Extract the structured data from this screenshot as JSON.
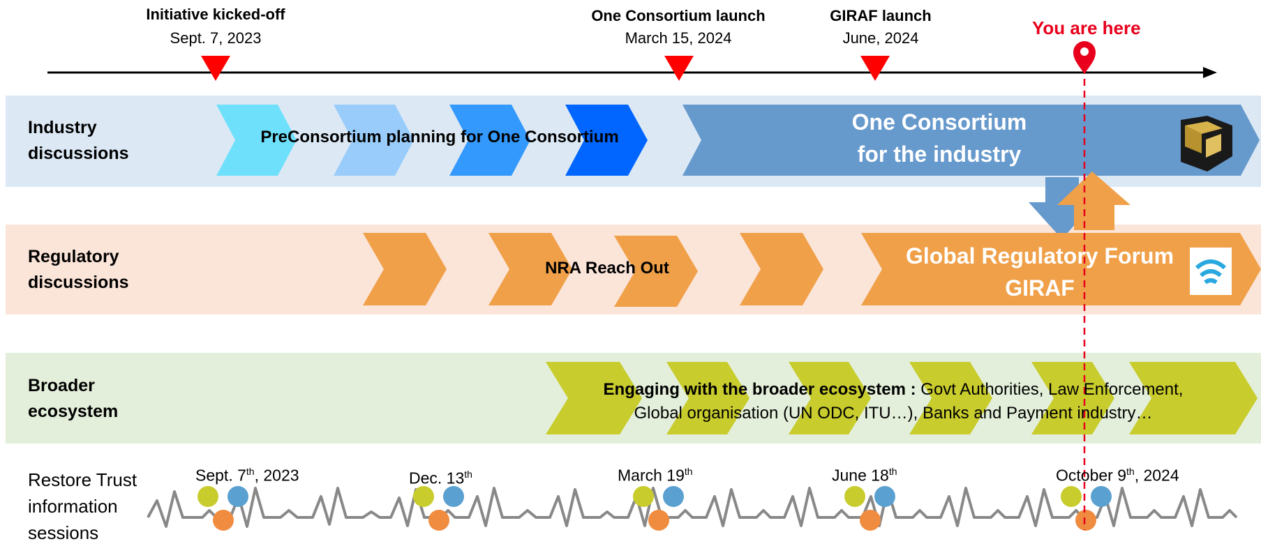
{
  "milestones": [
    {
      "title": "Initiative kicked-off",
      "date": "Sept. 7, 2023"
    },
    {
      "title": "One Consortium launch",
      "date": "March 15, 2024"
    },
    {
      "title": "GIRAF launch",
      "date": "June, 2024"
    }
  ],
  "you_are_here": "You are here",
  "lanes": {
    "industry": {
      "label_line1": "Industry",
      "label_line2": "discussions",
      "chevron_text": "PreConsortium planning for One Consortium",
      "big_line1": "One Consortium",
      "big_line2": "for the industry",
      "logo_icon": "one-consortium-logo-icon"
    },
    "regulatory": {
      "label_line1": "Regulatory",
      "label_line2": "discussions",
      "chevron_text": "NRA Reach Out",
      "big_line1": "Global Regulatory Forum",
      "big_line2": "GIRAF",
      "logo_icon": "giraf-wifi-logo-icon"
    },
    "ecosystem": {
      "label_line1": "Broader",
      "label_line2": "ecosystem",
      "text_bold": "Engaging with the broader ecosystem :",
      "text_rest": " Govt Authorities, Law Enforcement,",
      "text_line2": "Global organisation (UN ODC, ITU…),  Banks and Payment industry…"
    },
    "sessions": {
      "label_line1": "Restore Trust",
      "label_line2": "information",
      "label_line3": "sessions",
      "dates": [
        {
          "pre": "Sept. 7",
          "sup": "th",
          "post": ",  2023"
        },
        {
          "pre": "Dec.  13",
          "sup": "th",
          "post": ""
        },
        {
          "pre": "March 19",
          "sup": "th",
          "post": ""
        },
        {
          "pre": "June 18",
          "sup": "th",
          "post": ""
        },
        {
          "pre": "October 9",
          "sup": "th",
          "post": ", 2024"
        }
      ]
    }
  },
  "colors": {
    "industry_band": "#dce9f5",
    "regulatory_band": "#fbe4d8",
    "ecosystem_band": "#e3efda",
    "industry_chevrons": [
      "#6fe0fb",
      "#99ccfb",
      "#3399fd",
      "#0066ff"
    ],
    "one_consortium": "#6699cc",
    "orange": "#f0a048",
    "olive": "#c8cc2c",
    "marker_red": "#ff0000",
    "you_are_here_red": "#e8001c",
    "dot_olive": "#c8cc2c",
    "dot_blue": "#5aa0d0",
    "dot_orange": "#f08c40",
    "pulse_gray": "#888888"
  }
}
